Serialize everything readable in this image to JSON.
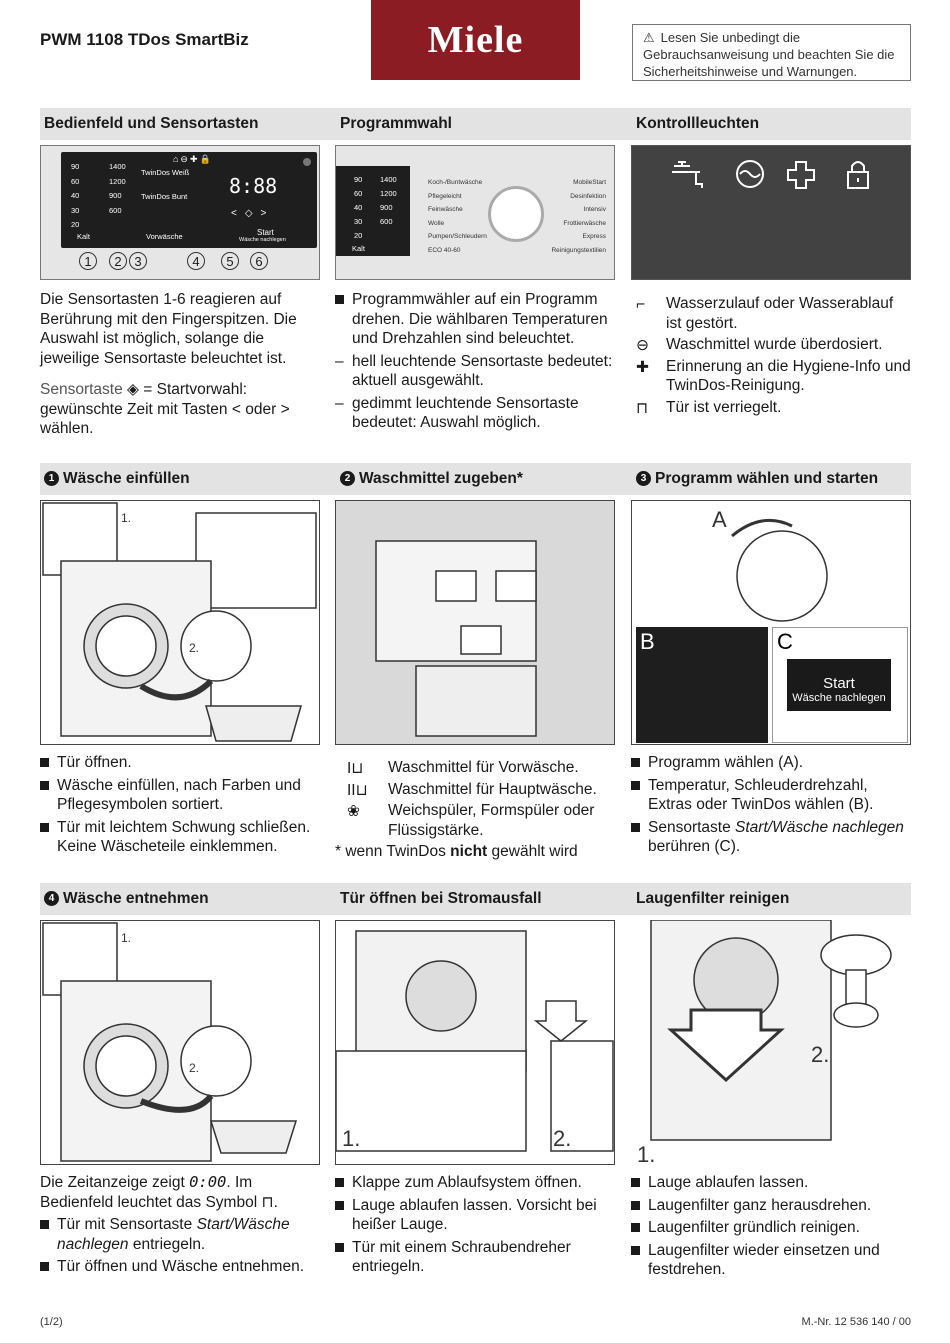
{
  "header": {
    "model": "PWM 1108 TDos SmartBiz",
    "logo": "Miele",
    "warning": "Lesen Sie unbedingt die Gebrauchsanweisung und beachten Sie die Sicherheitshinweise und Warnungen."
  },
  "sec1": {
    "titles": [
      "Bedienfeld und Sensortasten",
      "Programmwahl",
      "Kontrollleuchten"
    ],
    "panel": {
      "temps": [
        "90",
        "60",
        "40",
        "30",
        "20"
      ],
      "speeds": [
        "1400",
        "1200",
        "900",
        "600"
      ],
      "kalt": "Kalt",
      "twindos_weiss": "TwinDos Weiß",
      "twindos_bunt": "TwinDos Bunt",
      "vorwaesche": "Vorwäsche",
      "start": "Start",
      "nachlegen": "Wäsche nachlegen",
      "display": "8:88",
      "numbers": [
        "1",
        "2",
        "3",
        "4",
        "5",
        "6"
      ]
    },
    "prog": {
      "temps": [
        "90",
        "60",
        "40",
        "30",
        "20"
      ],
      "speeds": [
        "1400",
        "1200",
        "900",
        "600"
      ],
      "kalt": "Kalt",
      "left": [
        "Koch-/Buntwäsche",
        "Pflegeleicht",
        "Feinwäsche",
        "Wolle",
        "Pumpen/Schleudern",
        "ECO 40-60"
      ],
      "right": [
        "MobileStart",
        "Desinfektion",
        "Intensiv",
        "Frottierwäsche",
        "Express",
        "Reinigungstextilien"
      ]
    },
    "col1": {
      "p1": "Die Sensortasten 1-6 reagieren auf Berührung mit den Fingerspitzen. Die Auswahl ist möglich, solange die jeweilige Sensortaste beleuchtet ist.",
      "p2a": "Sensortaste",
      "p2b": "= Startvorwahl: gewünschte Zeit mit Tasten",
      "p2c": "oder",
      "p2d": "wählen."
    },
    "col2": {
      "b1": "Programmwähler auf ein Programm drehen. Die wählbaren Temperaturen und Drehzahlen sind beleuchtet.",
      "d1": "hell leuchtende Sensortaste bedeutet: aktuell ausgewählt.",
      "d2": "gedimmt leuchtende Sensortaste bedeutet: Auswahl möglich."
    },
    "col3": [
      "Wasserzulauf oder Wasserablauf ist gestört.",
      "Waschmittel wurde überdosiert.",
      "Erinnerung an die Hygiene-Info und TwinDos-Reinigung.",
      "Tür ist verriegelt."
    ]
  },
  "sec2": {
    "titles": [
      "Wäsche einfüllen",
      "Waschmittel zugeben*",
      "Programm wählen und starten"
    ],
    "nums": [
      "1",
      "2",
      "3"
    ],
    "col1": [
      "Tür öffnen.",
      "Wäsche einfüllen, nach Farben und Pflegesymbolen sortiert.",
      "Tür mit leichtem Schwung schließen. Keine Wäscheteile einklemmen."
    ],
    "col2": [
      "Waschmittel für Vorwäsche.",
      "Waschmittel für Hauptwäsche.",
      "Weichspüler, Formspüler oder Flüssigstärke."
    ],
    "col2_note_a": "* wenn TwinDos",
    "col2_note_b": "nicht",
    "col2_note_c": "gewählt wird",
    "col3": {
      "b1": "Programm wählen (A).",
      "b2": "Temperatur, Schleuderdrehzahl, Extras oder TwinDos wählen (B).",
      "b3a": "Sensortaste",
      "b3b": "Start/Wäsche nachlegen",
      "b3c": "berühren (C)."
    },
    "labels": {
      "step1": "1.",
      "step2": "2.",
      "A": "A",
      "B": "B",
      "C": "C",
      "start": "Start",
      "nachlegen": "Wäsche nachlegen"
    }
  },
  "sec3": {
    "titles": [
      "Wäsche entnehmen",
      "Tür öffnen bei Stromausfall",
      "Laugenfilter reinigen"
    ],
    "num": "4",
    "col1": {
      "p1a": "Die Zeitanzeige zeigt",
      "p1b": "0:00",
      "p1c": ". Im Bedienfeld leuchtet das Symbol",
      "b1a": "Tür mit Sensortaste",
      "b1b": "Start/Wäsche nachlegen",
      "b1c": "entriegeln.",
      "b2": "Tür öffnen und Wäsche entnehmen."
    },
    "col2": [
      "Klappe zum Ablaufsystem öffnen.",
      "Lauge ablaufen lassen. Vorsicht bei heißer Lauge.",
      "Tür mit einem Schraubendreher entriegeln."
    ],
    "col3": [
      "Lauge ablaufen lassen.",
      "Laugenfilter ganz herausdrehen.",
      "Laugenfilter gründlich reinigen.",
      "Laugenfilter wieder einsetzen und festdrehen."
    ],
    "labels": {
      "step1": "1.",
      "step2": "2."
    }
  },
  "footer": {
    "page": "(1/2)",
    "docnum": "M.-Nr. 12 536 140 / 00"
  }
}
